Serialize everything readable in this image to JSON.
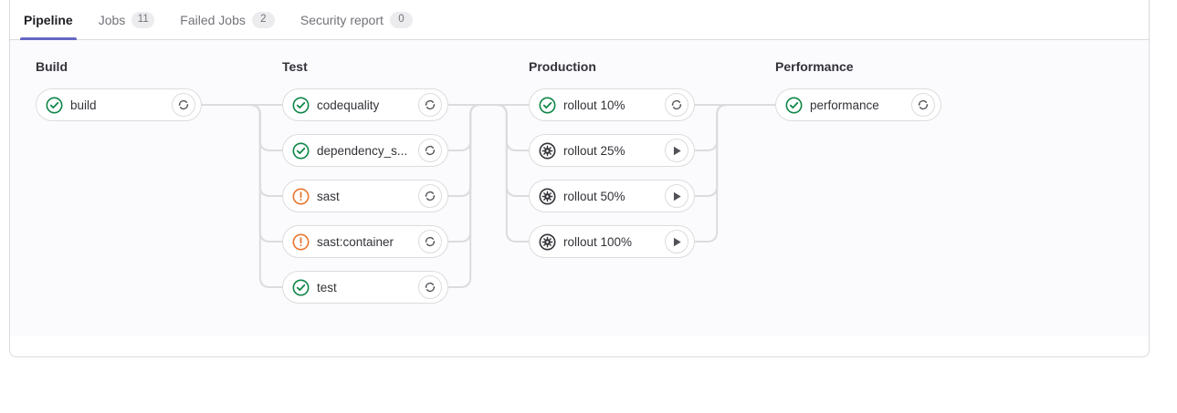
{
  "tabs": [
    {
      "label": "Pipeline",
      "badge": null,
      "active": true
    },
    {
      "label": "Jobs",
      "badge": "11",
      "active": false
    },
    {
      "label": "Failed Jobs",
      "badge": "2",
      "active": false
    },
    {
      "label": "Security report",
      "badge": "0",
      "active": false
    }
  ],
  "colors": {
    "accent": "#6666c4",
    "success": "#108548",
    "warning": "#e9762c",
    "manual": "#333238",
    "connector": "#dcdcde",
    "canvas": "#fbfafd"
  },
  "pipeline": {
    "stages": [
      {
        "name": "Build",
        "jobs": [
          {
            "name": "build",
            "status": "success",
            "status_icon": "status-success-icon",
            "action": "retry",
            "action_icon": "retry-icon"
          }
        ]
      },
      {
        "name": "Test",
        "jobs": [
          {
            "name": "codequality",
            "status": "success",
            "status_icon": "status-success-icon",
            "action": "retry",
            "action_icon": "retry-icon"
          },
          {
            "name": "dependency_s...",
            "status": "success",
            "status_icon": "status-success-icon",
            "action": "retry",
            "action_icon": "retry-icon"
          },
          {
            "name": "sast",
            "status": "warning",
            "status_icon": "status-warning-icon",
            "action": "retry",
            "action_icon": "retry-icon"
          },
          {
            "name": "sast:container",
            "status": "warning",
            "status_icon": "status-warning-icon",
            "action": "retry",
            "action_icon": "retry-icon"
          },
          {
            "name": "test",
            "status": "success",
            "status_icon": "status-success-icon",
            "action": "retry",
            "action_icon": "retry-icon"
          }
        ]
      },
      {
        "name": "Production",
        "jobs": [
          {
            "name": "rollout 10%",
            "status": "success",
            "status_icon": "status-success-icon",
            "action": "retry",
            "action_icon": "retry-icon"
          },
          {
            "name": "rollout 25%",
            "status": "manual",
            "status_icon": "status-manual-icon",
            "action": "play",
            "action_icon": "play-icon"
          },
          {
            "name": "rollout 50%",
            "status": "manual",
            "status_icon": "status-manual-icon",
            "action": "play",
            "action_icon": "play-icon"
          },
          {
            "name": "rollout 100%",
            "status": "manual",
            "status_icon": "status-manual-icon",
            "action": "play",
            "action_icon": "play-icon"
          }
        ]
      },
      {
        "name": "Performance",
        "jobs": [
          {
            "name": "performance",
            "status": "success",
            "status_icon": "status-success-icon",
            "action": "retry",
            "action_icon": "retry-icon"
          }
        ]
      }
    ]
  }
}
